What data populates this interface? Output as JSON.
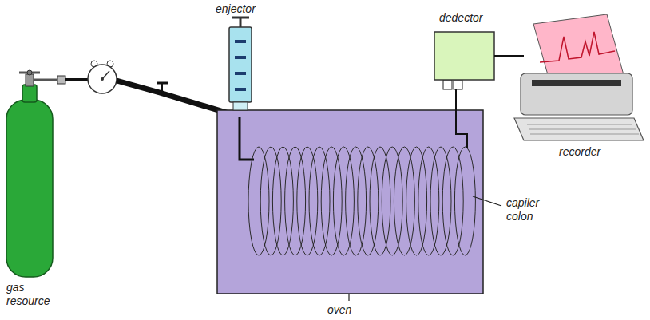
{
  "diagram": {
    "labels": [
      "enjector",
      "dedector",
      "recorder",
      "gas resource",
      "capiler colon",
      "oven"
    ]
  }
}
